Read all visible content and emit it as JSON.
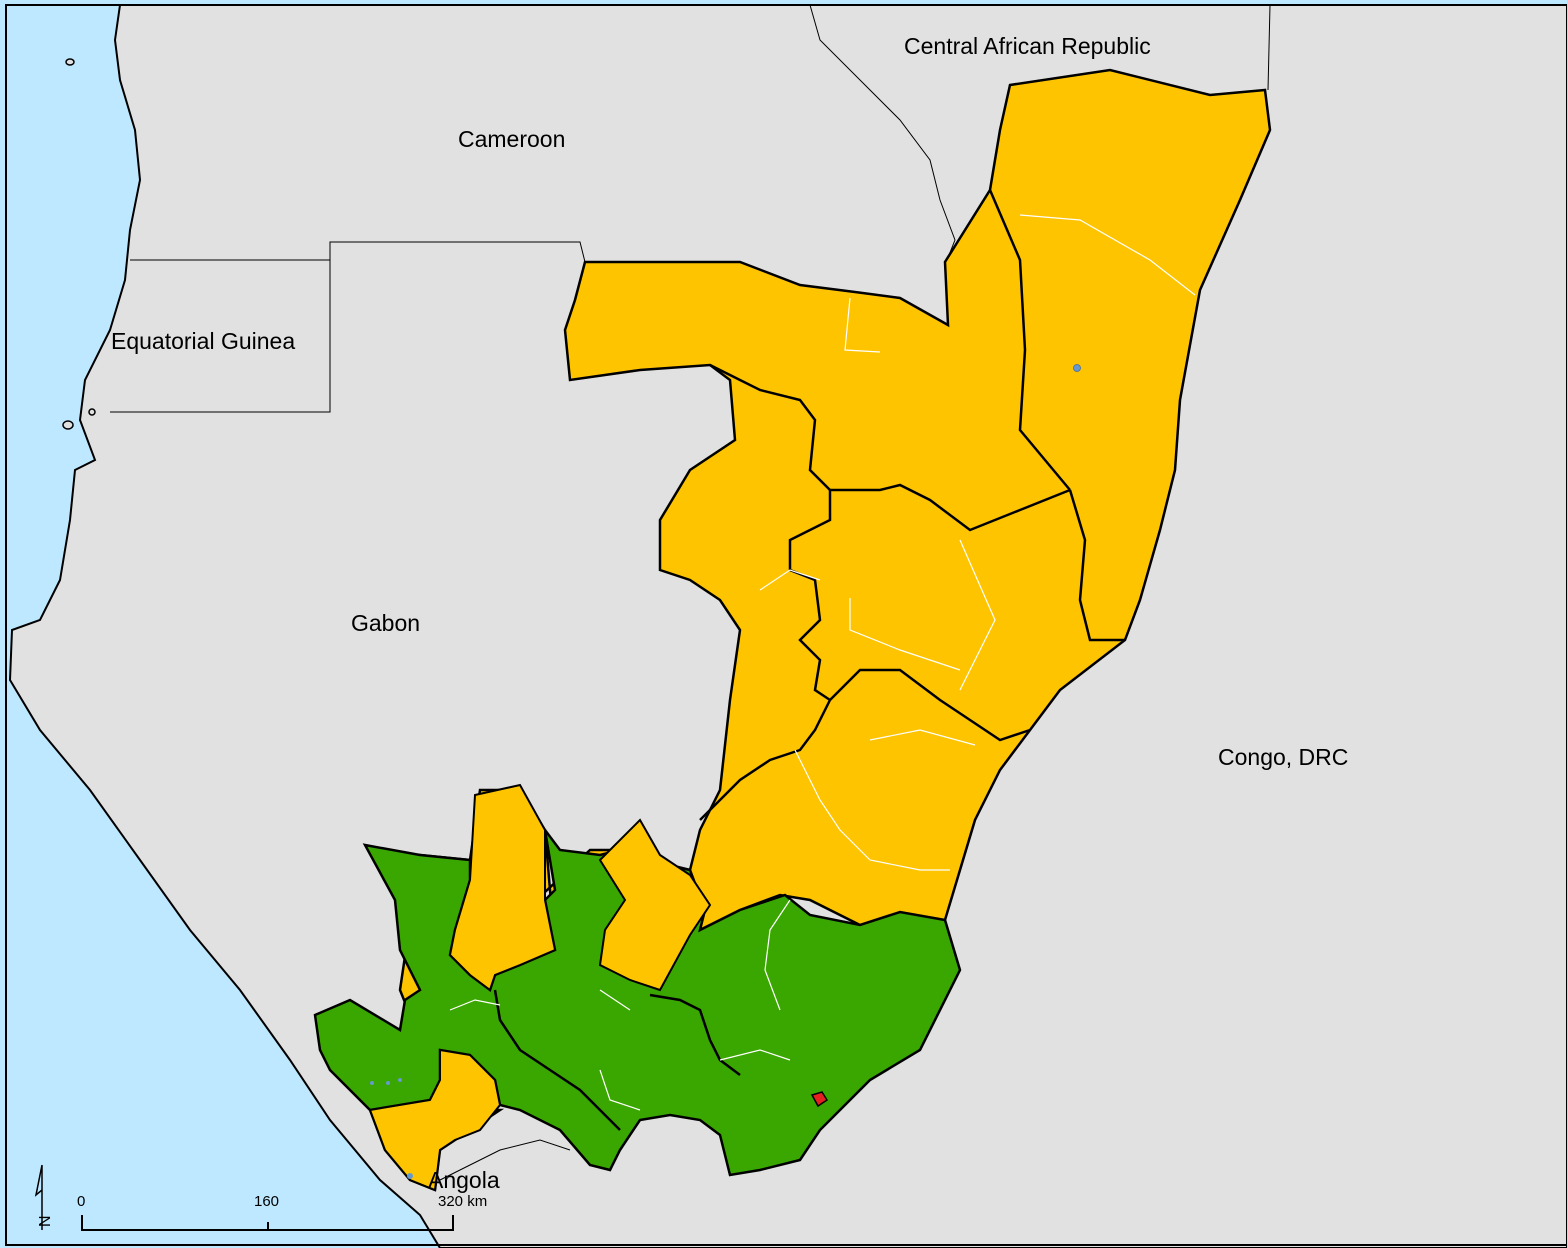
{
  "map": {
    "country_labels": {
      "car": "Central African Republic",
      "cameroon": "Cameroon",
      "equatorial_guinea": "Equatorial Guinea",
      "gabon": "Gabon",
      "drc": "Congo, DRC",
      "angola": "Angola"
    },
    "scale_bar": {
      "tick_0": "0",
      "tick_1": "160",
      "tick_2": "320 km"
    },
    "north_arrow": {
      "label": "N"
    },
    "colors": {
      "ocean": "#BEE8FF",
      "neighbor_land": "#E1E1E1",
      "phase_minimal": "#3AA600",
      "phase_stressed": "#FFC400",
      "internal_boundary": "#FFFFFF",
      "border": "#000000",
      "water_body": "#6699CC"
    }
  }
}
